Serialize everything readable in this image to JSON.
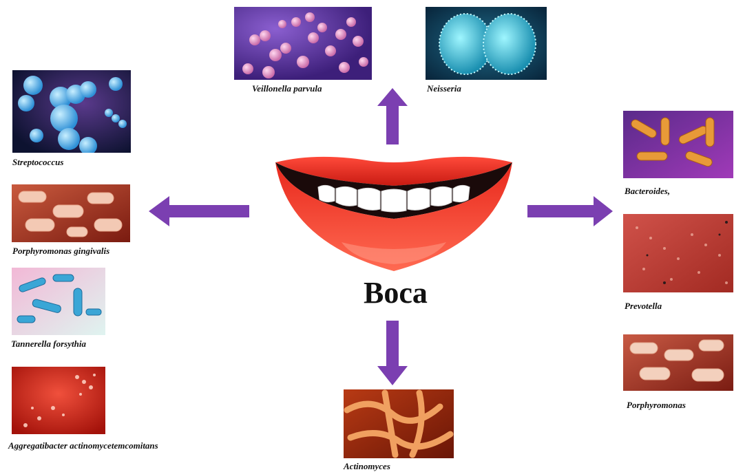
{
  "center": {
    "title": "Boca",
    "icon": "mouth-smile-icon"
  },
  "colors": {
    "arrow": "#7b3fb1",
    "lips": "#e02a1e",
    "teeth": "#ffffff"
  },
  "organisms": {
    "veillonella": "Veillonella parvula",
    "neisseria": "Neisseria",
    "streptococcus": "Streptococcus",
    "porphyromonas_gingivalis": "Porphyromonas gingivalis",
    "tannerella": "Tannerella forsythia",
    "aggregatibacter": "Aggregatibacter actinomycetemcomitans",
    "bacteroides": "Bacteroides,",
    "prevotella": "Prevotella",
    "porphyromonas": "Porphyromonas",
    "actinomyces": "Actinomyces"
  }
}
